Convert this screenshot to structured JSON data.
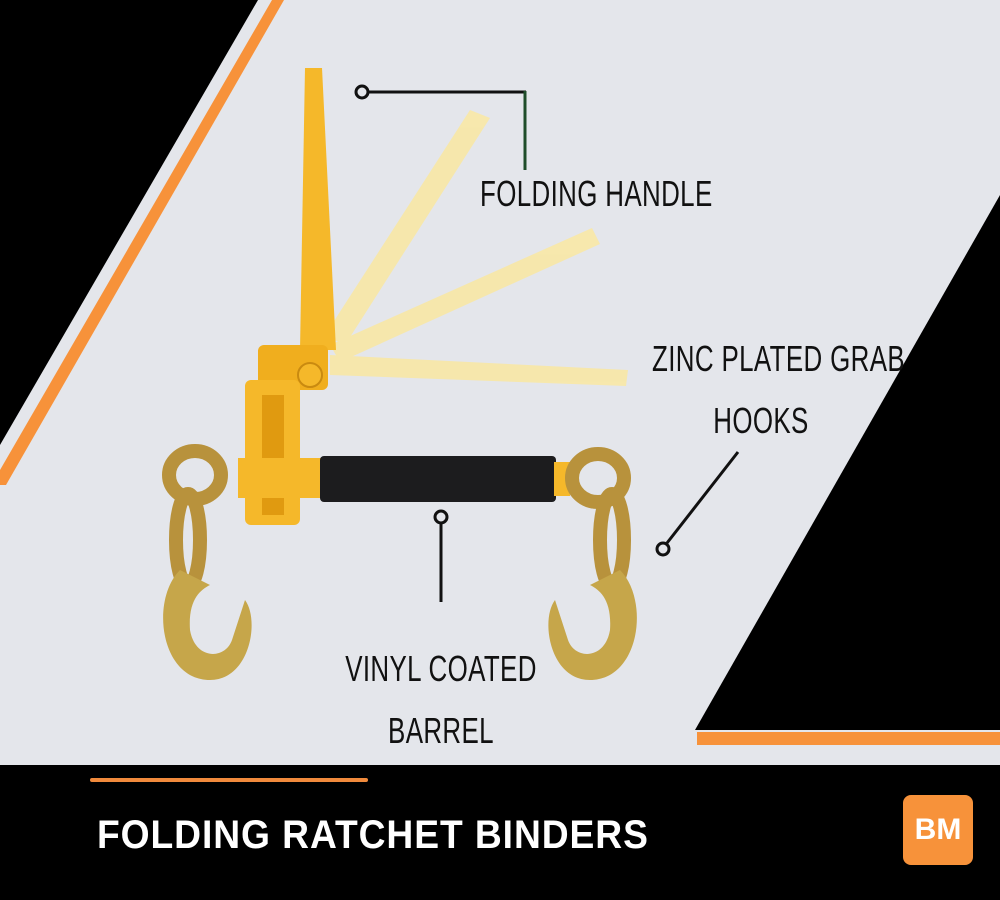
{
  "labels": {
    "folding_handle": "FOLDING HANDLE",
    "zinc_line1": "ZINC PLATED GRAB",
    "zinc_line2": "HOOKS",
    "vinyl_line1": "VINYL COATED",
    "vinyl_line2": "BARREL"
  },
  "footer": {
    "title": "FOLDING RATCHET BINDERS",
    "logo": "BM"
  },
  "colors": {
    "background": "#e4e6eb",
    "accent": "#f7923a",
    "dark": "#000000",
    "handle": "#f5b82a"
  }
}
